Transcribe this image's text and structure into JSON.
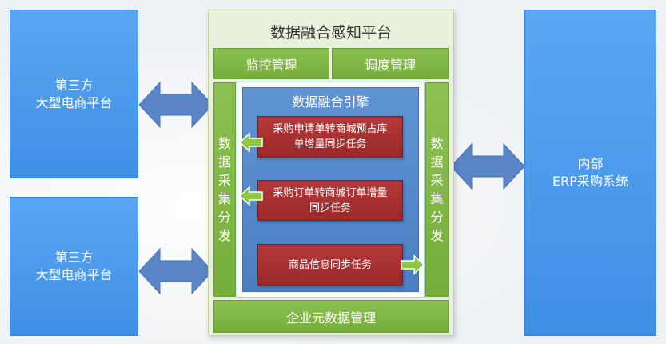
{
  "left_top": {
    "line1": "第三方",
    "line2": "大型电商平台"
  },
  "left_bottom": {
    "line1": "第三方",
    "line2": "大型电商平台"
  },
  "right": {
    "line1": "内部",
    "line2": "ERP采购系统"
  },
  "platform": {
    "title": "数据融合感知平台",
    "monitor": "监控管理",
    "schedule": "调度管理",
    "left_collect": [
      "数",
      "据",
      "采",
      "集",
      "分",
      "发"
    ],
    "right_collect": [
      "数",
      "据",
      "采",
      "集",
      "分",
      "发"
    ],
    "engine_title": "数据融合引擎",
    "tasks": [
      {
        "line1": "采购申请单转商城预占库",
        "line2": "单增量同步任务"
      },
      {
        "line1": "采购订单转商城订单增量",
        "line2": "同步任务"
      },
      {
        "line1": "商品信息同步任务",
        "line2": ""
      }
    ],
    "metadata": "企业元数据管理"
  },
  "colors": {
    "external_blue": "#4a9aec",
    "platform_bg": "#e9f1dc",
    "module_green": "#80b646",
    "engine_blue": "#5589cc",
    "task_red": "#a83030",
    "arrow_blue": "#5a86c8",
    "arrow_green": "#8cc940"
  }
}
